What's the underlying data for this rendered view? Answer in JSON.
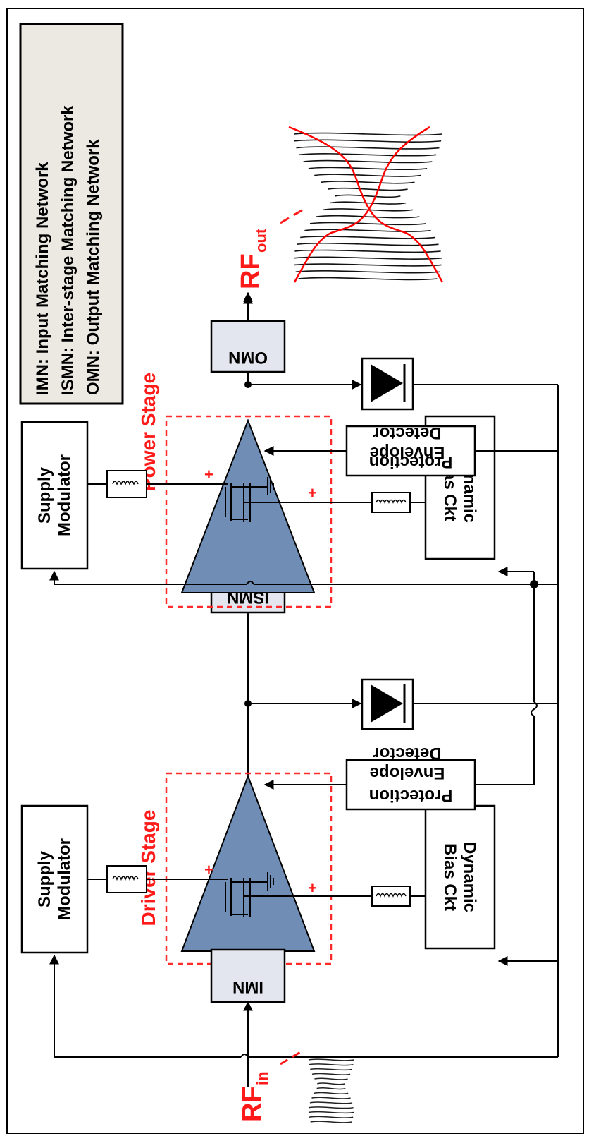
{
  "legend": {
    "lines": [
      "IMN: Input Matching Network",
      "ISMN: Inter-stage Matching Network",
      "OMN: Output Matching Network"
    ]
  },
  "stages": {
    "driver_title": "Driver Stage",
    "power_title": "Power Stage"
  },
  "blocks": {
    "supply_modulator": [
      "Supply",
      "Modulator"
    ],
    "dynamic_bias": [
      "Dynamic",
      "Bias Ckt"
    ],
    "protection": "Protection",
    "envelope_detector": [
      "Envelope",
      "Detector"
    ],
    "imn": "IMN",
    "ismn": "ISMN",
    "omn": "OMN"
  },
  "signals": {
    "rf_in": {
      "main": "RF",
      "sub": "in"
    },
    "rf_out": {
      "main": "RF",
      "sub": "out"
    }
  },
  "polarity_mark": "+",
  "colors": {
    "amplifier_fill": "#6f8db5",
    "matching_fill": "#e3e6ee",
    "stage_dash": "#ff2a2a",
    "envelope": "#ff0000",
    "legend_fill": "#ebe9e1"
  }
}
